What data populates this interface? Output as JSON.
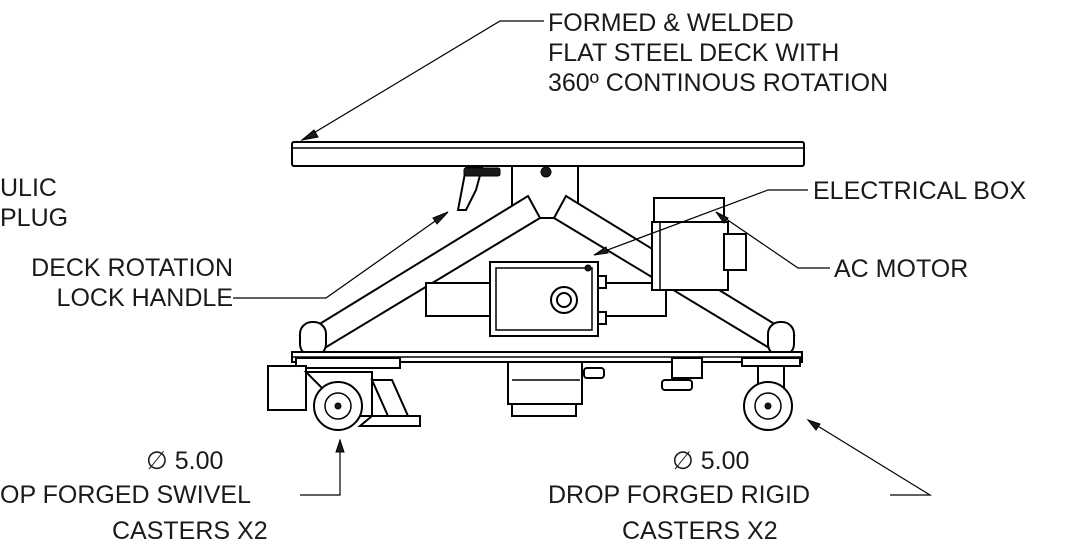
{
  "labels": {
    "deck": [
      "FORMED & WELDED",
      "FLAT STEEL DECK WITH",
      "360º CONTINOUS ROTATION"
    ],
    "hydraulic": [
      "ULIC",
      "PLUG"
    ],
    "rotation_handle": [
      "DECK ROTATION",
      "LOCK HANDLE"
    ],
    "electrical_box": "ELECTRICAL BOX",
    "ac_motor": "AC MOTOR",
    "swivel_casters": {
      "diameter": "∅ 5.00",
      "lines": [
        "OP FORGED SWIVEL",
        "CASTERS X2"
      ]
    },
    "rigid_casters": {
      "diameter": "∅ 5.00",
      "lines": [
        "DROP FORGED RIGID",
        "CASTERS X2"
      ]
    }
  },
  "colors": {
    "line": "#000000",
    "text": "#1a1a1a",
    "background": "#ffffff"
  }
}
